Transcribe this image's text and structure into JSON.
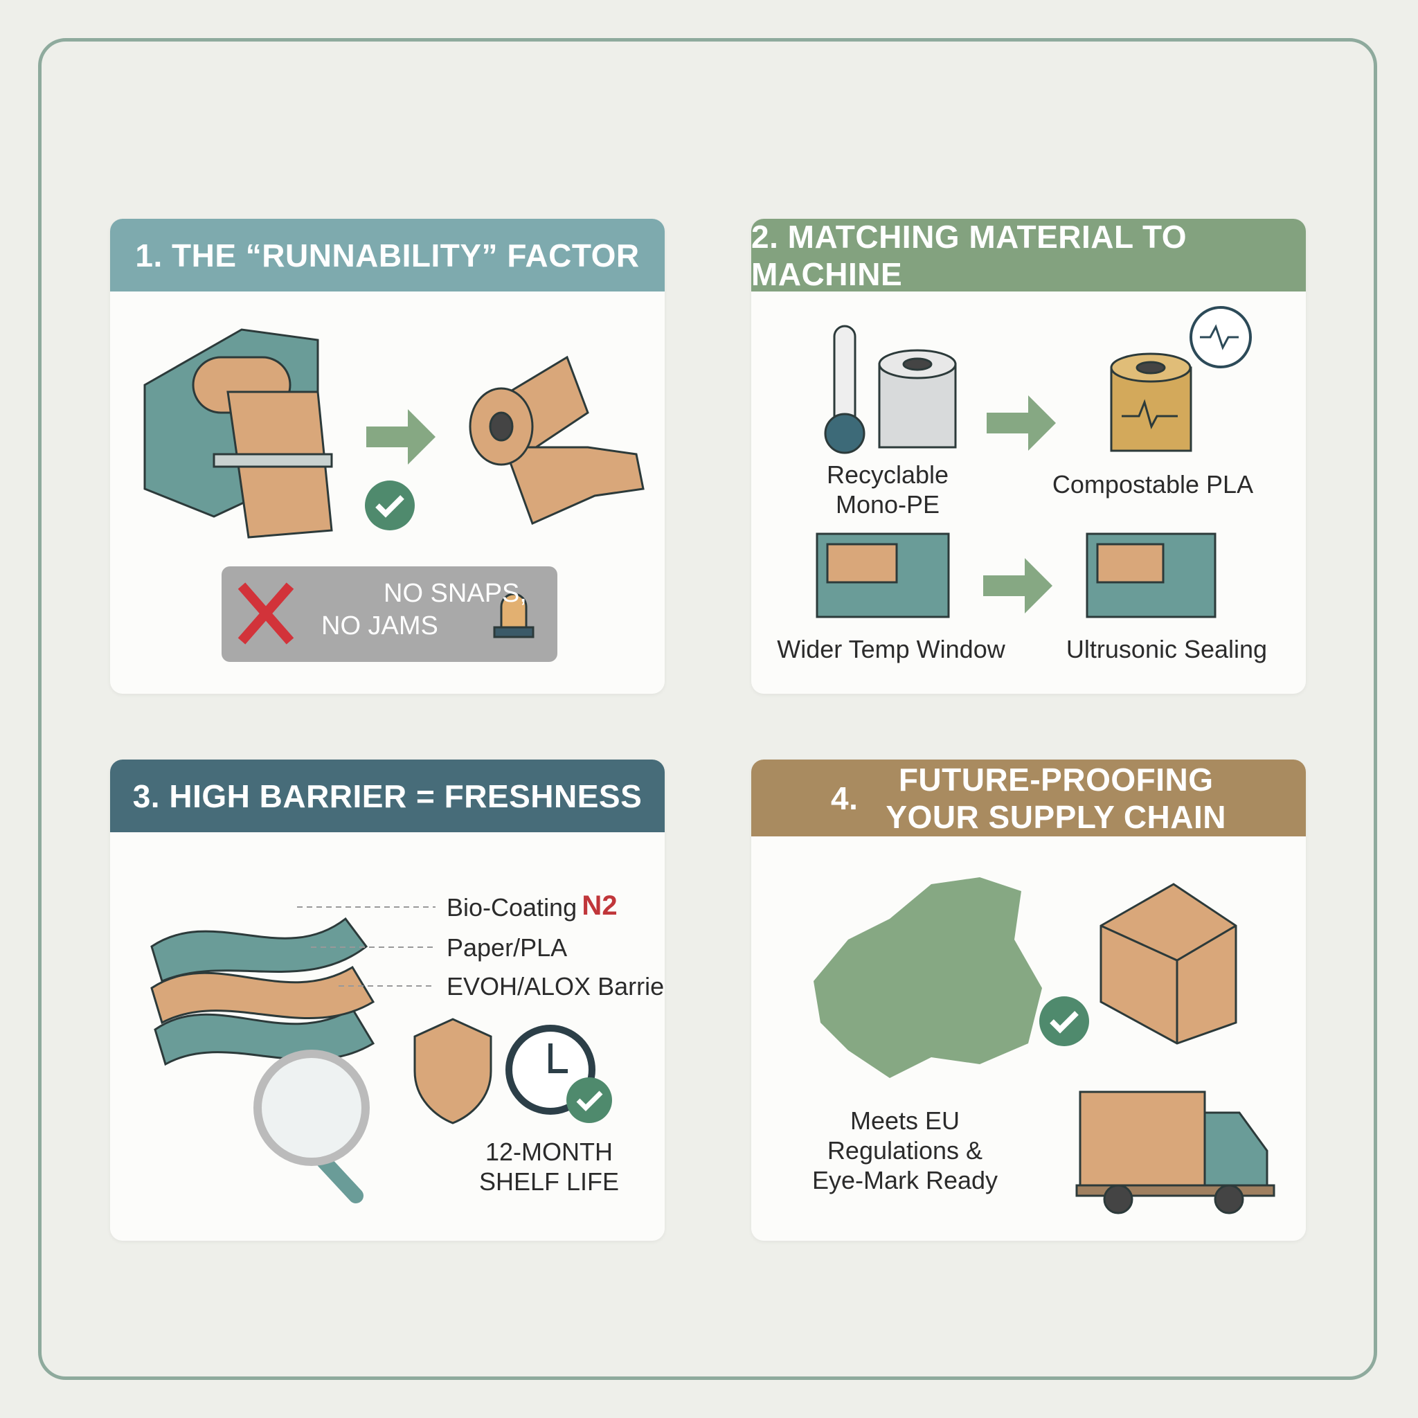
{
  "panels": [
    {
      "title": "1. THE “RUNNABILITY” FACTOR",
      "callout": [
        "NO SNAPS,",
        "NO JAMS"
      ],
      "color": "#7eaaae"
    },
    {
      "title": "2. MATCHING MATERIAL TO MACHINE",
      "labels": {
        "recyclable": [
          "Recyclable",
          "Mono-PE"
        ],
        "compostable": "Compostable PLA",
        "wider": "Wider Temp Window",
        "ultrasonic": "Ultrusonic Sealing"
      },
      "color": "#83a27f"
    },
    {
      "title": "3. HIGH BARRIER = FRESHNESS",
      "layers": [
        "Bio-Coating",
        "Paper/PLA",
        "EVOH/ALOX Barrier"
      ],
      "n2": "N2",
      "shelf": [
        "12-MONTH",
        "SHELF LIFE"
      ],
      "color": "#476c79"
    },
    {
      "number": "4.",
      "title": [
        "FUTURE-PROOFING",
        "YOUR SUPPLY CHAIN"
      ],
      "caption": [
        "Meets EU",
        "Regulations &",
        "Eye-Mark Ready"
      ],
      "color": "#a98b60"
    }
  ]
}
